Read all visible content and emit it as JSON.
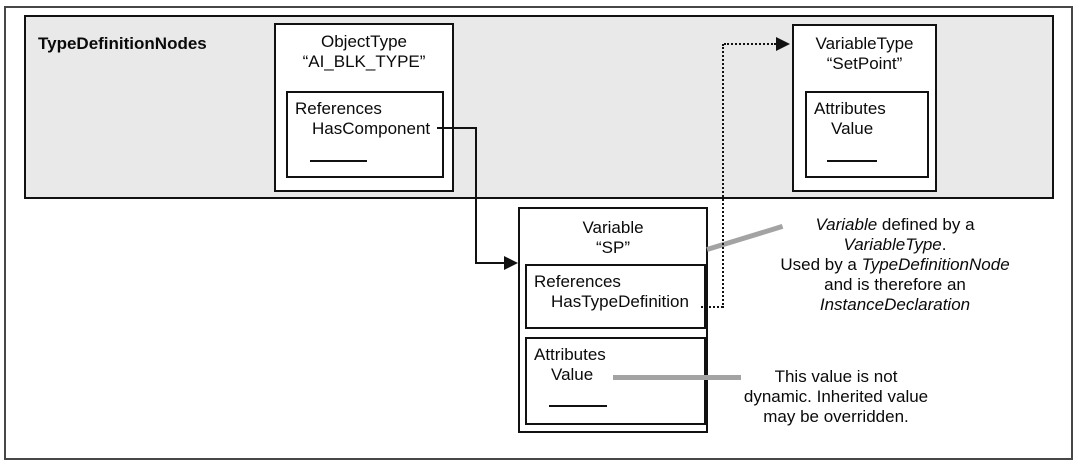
{
  "diagram": {
    "container_label": "TypeDefinitionNodes",
    "object_type": {
      "title1": "ObjectType",
      "title2": "“AI_BLK_TYPE”",
      "section_label": "References",
      "item": "HasComponent"
    },
    "variable_type": {
      "title1": "VariableType",
      "title2": "“SetPoint”",
      "section_label": "Attributes",
      "item": "Value"
    },
    "variable": {
      "title1": "Variable",
      "title2": "“SP”",
      "references_label": "References",
      "references_item": "HasTypeDefinition",
      "attributes_label": "Attributes",
      "attributes_item": "Value"
    },
    "annotations": {
      "type_note": {
        "line1_italic": "Variable",
        "line1_rest": " defined by a",
        "line2_italic": "VariableType",
        "line2_rest": ".",
        "line3_pre": "Used by a ",
        "line3_italic": "TypeDefinitionNode",
        "line4": "and is therefore an",
        "line5_italic": "InstanceDeclaration"
      },
      "value_note": {
        "line1": "This value is not",
        "line2": "dynamic. Inherited value",
        "line3": "may be overridden."
      }
    },
    "colors": {
      "container_fill": "#e9e9e9",
      "node_border": "#111111",
      "frame_border": "#474747",
      "leader_gray": "#a3a3a3",
      "text": "#0a0a0a"
    }
  }
}
